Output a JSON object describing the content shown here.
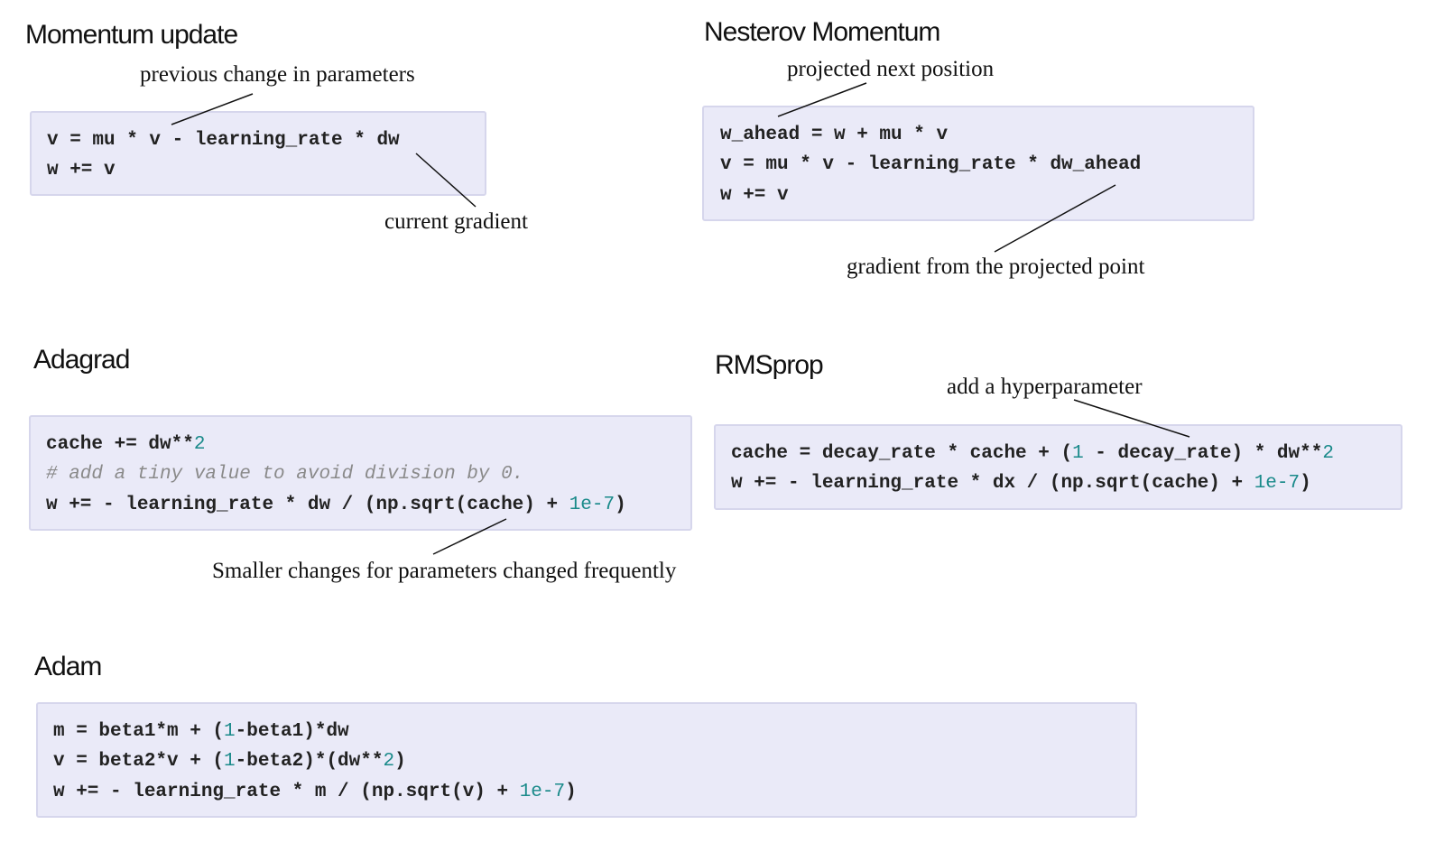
{
  "momentum": {
    "title": "Momentum update",
    "note_prev": "previous change in parameters",
    "note_grad": "current gradient",
    "code": [
      "v = mu * v - learning_rate * dw",
      "w += v"
    ]
  },
  "nesterov": {
    "title": "Nesterov Momentum",
    "note_proj": "projected next position",
    "note_grad": "gradient from the projected point",
    "code": [
      "w_ahead = w + mu * v",
      "v = mu * v - learning_rate * dw_ahead",
      "w += v"
    ]
  },
  "adagrad": {
    "title": "Adagrad",
    "note": "Smaller changes for parameters changed frequently",
    "code": {
      "l1_a": "cache += dw**",
      "l1_n": "2",
      "l2_comment": "# add a tiny value to avoid division by 0.",
      "l3_a": "w += - learning_rate * dw / (np.sqrt(cache) + ",
      "l3_n": "1e-7",
      "l3_b": ")"
    }
  },
  "rmsprop": {
    "title": "RMSprop",
    "note": "add a hyperparameter",
    "code": {
      "l1_a": "cache = decay_rate * cache + (",
      "l1_n1": "1",
      "l1_b": " - decay_rate) * dw**",
      "l1_n2": "2",
      "l2_a": "w += - learning_rate * dx / (np.sqrt(cache) + ",
      "l2_n": "1e-7",
      "l2_b": ")"
    }
  },
  "adam": {
    "title": "Adam",
    "code": {
      "l1_a": "m = beta1*m + (",
      "l1_n": "1",
      "l1_b": "-beta1)*dw",
      "l2_a": "v = beta2*v + (",
      "l2_n1": "1",
      "l2_b": "-beta2)*(dw**",
      "l2_n2": "2",
      "l2_c": ")",
      "l3_a": "w += - learning_rate * m / (np.sqrt(v) + ",
      "l3_n": "1e-7",
      "l3_b": ")"
    }
  },
  "colors": {
    "code_bg": "#eaeaf8",
    "code_border": "#d6d6ec",
    "number": "#1a8a8a",
    "comment": "#8a8a8a"
  }
}
